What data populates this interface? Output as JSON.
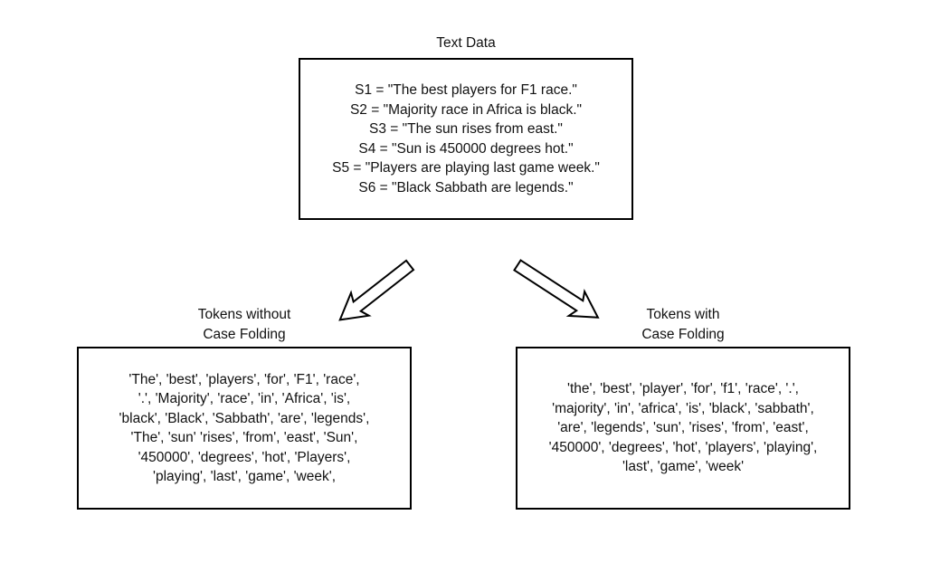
{
  "title": "Text Data",
  "text_data_box": {
    "lines": [
      "S1 = \"The best players for F1 race.\"",
      "S2 = \"Majority race in Africa is black.\"",
      "S3 = \"The sun rises from east.\"",
      "S4 = \"Sun is 450000 degrees hot.\"",
      "S5 = \"Players are playing last game week.\"",
      "S6 = \"Black Sabbath are legends.\""
    ]
  },
  "without_case_folding": {
    "label_line1": "Tokens without",
    "label_line2": "Case Folding",
    "lines": [
      "'The', 'best', 'players', 'for', 'F1', 'race',",
      "'.', 'Majority', 'race', 'in', 'Africa', 'is',",
      "'black', 'Black', 'Sabbath', 'are', 'legends',",
      "'The', 'sun' 'rises', 'from', 'east', 'Sun',",
      "'450000', 'degrees', 'hot', 'Players',",
      "'playing', 'last', 'game', 'week',"
    ]
  },
  "with_case_folding": {
    "label_line1": "Tokens with",
    "label_line2": "Case Folding",
    "lines": [
      "'the', 'best', 'player', 'for', 'f1', 'race', '.',",
      "'majority', 'in', 'africa', 'is', 'black', 'sabbath',",
      "'are', 'legends', 'sun', 'rises', 'from', 'east',",
      "'450000', 'degrees', 'hot', 'players', 'playing',",
      "'last', 'game', 'week'"
    ]
  },
  "icons": {
    "left_arrow": "down-left-hollow-arrow",
    "right_arrow": "down-right-hollow-arrow"
  },
  "colors": {
    "text": "#111111",
    "border": "#000000",
    "background": "#ffffff"
  }
}
